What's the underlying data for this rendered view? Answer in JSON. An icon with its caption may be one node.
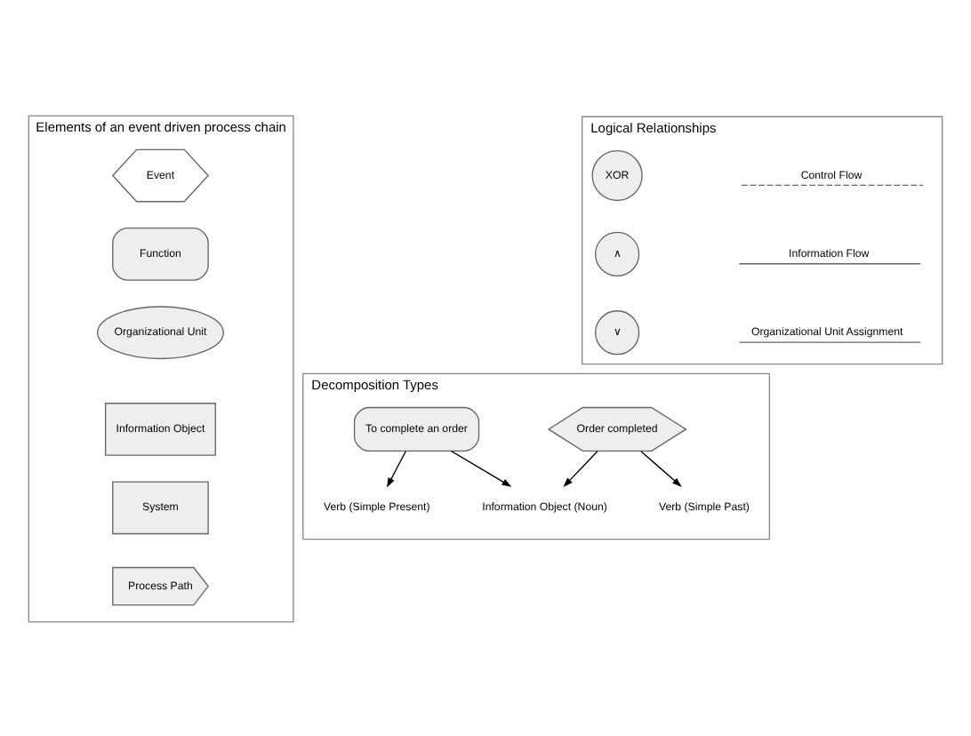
{
  "diagram": {
    "nodes": [
      {
        "text": [
          "Elements of an event driven process chain"
        ]
      },
      {
        "text": [
          "Event"
        ],
        "in": 0
      },
      {
        "text": [
          "Function"
        ],
        "in": 0
      },
      {
        "text": [
          "Organizational Unit"
        ],
        "in": 0
      },
      {
        "text": [
          "Information Object"
        ],
        "in": 0
      },
      {
        "text": [
          "System"
        ],
        "in": 0
      },
      {
        "text": [
          "Process Path"
        ],
        "in": 0
      },
      {
        "text": [
          "Logical Relationships"
        ]
      },
      {
        "text": [
          "XOR"
        ],
        "in": 7
      },
      {
        "text": [
          "∧"
        ],
        "in": 7
      },
      {
        "text": [
          "∨"
        ],
        "in": 7
      },
      {
        "text": [
          "Decomposition Types"
        ]
      },
      {
        "text": [
          "Order completed"
        ],
        "in": 11
      },
      {
        "text": [
          "To complete an order"
        ],
        "in": 11
      },
      {
        "text": [
          "Verb (Simple Past)"
        ],
        "in": 11
      },
      {
        "text": [
          "Information Object (Noun)"
        ],
        "in": 11
      },
      {
        "text": [
          "Verb (Simple Present)"
        ],
        "in": 11
      }
    ],
    "edges": [
      {
        "from": 12,
        "to": 14,
        "arrow": "to"
      },
      {
        "from": 12,
        "to": 15,
        "arrow": "to"
      },
      {
        "from": 13,
        "to": 15,
        "arrow": "to"
      },
      {
        "from": 13,
        "to": 16,
        "arrow": "to"
      }
    ],
    "legend": [
      {
        "text": "Control Flow"
      },
      {
        "text": "Information Flow"
      },
      {
        "text": "Organizational Unit Assignment"
      }
    ]
  }
}
